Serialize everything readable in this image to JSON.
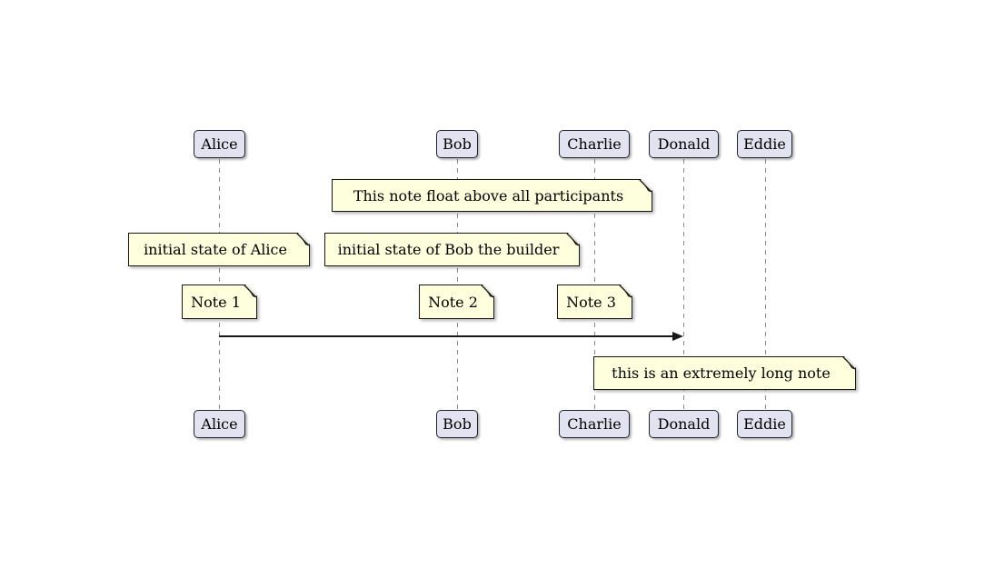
{
  "diagram_type": "sequence-diagram",
  "colors": {
    "background": "#FFFFFF",
    "participant_fill": "#E2E2F0",
    "participant_border": "#222233",
    "note_fill": "#FEFFDD",
    "note_border": "#181818",
    "lifeline": "#8A8A8A",
    "arrow": "#181818",
    "text": "#000000"
  },
  "participants": [
    {
      "label": "Alice"
    },
    {
      "label": "Bob"
    },
    {
      "label": "Charlie"
    },
    {
      "label": "Donald"
    },
    {
      "label": "Eddie"
    }
  ],
  "notes": {
    "floating": "This note float above all participants",
    "alice_state": "initial state of Alice",
    "bob_state": "initial state of Bob the builder",
    "note1": "Note 1",
    "note2": "Note 2",
    "note3": "Note 3",
    "long_note": "this is an extremely long note"
  },
  "messages": [
    {
      "from": "Alice",
      "to": "Donald",
      "label": ""
    }
  ]
}
